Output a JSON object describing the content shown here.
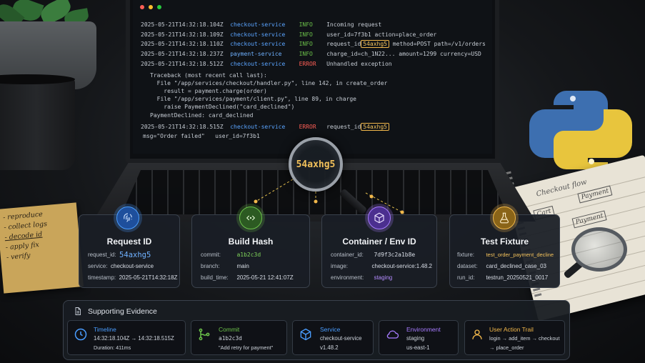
{
  "terminal": {
    "logs": [
      {
        "ts": "2025-05-21T14:32:18.104Z",
        "service": "checkout-service",
        "level": "INFO",
        "message": "Incoming request"
      },
      {
        "ts": "2025-05-21T14:32:18.109Z",
        "service": "checkout-service",
        "level": "INFO",
        "message": "user_id=7f3b1  action=place_order"
      },
      {
        "ts": "2025-05-21T14:32:18.110Z",
        "service": "checkout-service",
        "level": "INFO",
        "message_pre": "request_id",
        "highlight": "54axhg5",
        "message_post": " method=POST path=/v1/orders"
      },
      {
        "ts": "2025-05-21T14:32:18.237Z",
        "service": "payment-service",
        "level": "INFO",
        "message": "charge_id=ch_1N22...  amount=1299 currency=USD"
      },
      {
        "ts": "2025-05-21T14:32:18.512Z",
        "service": "checkout-service",
        "level": "ERROR",
        "message": "Unhandled exception"
      }
    ],
    "traceback": [
      "Traceback (most recent call last):",
      "  File \"/app/services/checkout/handler.py\", line 142, in create_order",
      "    result = payment.charge(order)",
      "  File \"/app/services/payment/client.py\", line 89, in charge",
      "    raise PaymentDeclined(\"card_declined\")",
      "PaymentDeclined: card_declined"
    ],
    "last_log": {
      "ts": "2025-05-21T14:32:18.515Z",
      "service": "checkout-service",
      "level": "ERROR",
      "message_pre": "request_id",
      "highlight": "54axhg5"
    },
    "last_log_cont": "msg=\"Order failed\"   user_id=7f3b1"
  },
  "magnifier": {
    "text": "54axhg5"
  },
  "sticky_note": [
    "- reproduce",
    "- collect logs",
    "- decode id",
    "- apply fix",
    "- verify"
  ],
  "notebook": {
    "title": "Checkout flow",
    "boxes": [
      "Cart",
      "Payment",
      "Payment"
    ]
  },
  "cards": {
    "request": {
      "title": "Request ID",
      "rows": [
        {
          "k": "request_id:",
          "v": "54axhg5"
        },
        {
          "k": "service:",
          "v": "checkout-service"
        },
        {
          "k": "timestamp:",
          "v": "2025-05-21T14:32:18Z"
        }
      ]
    },
    "build": {
      "title": "Build Hash",
      "rows": [
        {
          "k": "commit:",
          "v": "a1b2c3d"
        },
        {
          "k": "branch:",
          "v": "main"
        },
        {
          "k": "build_time:",
          "v": "2025-05-21 12:41:07Z"
        }
      ]
    },
    "container": {
      "title": "Container / Env ID",
      "rows": [
        {
          "k": "container_id:",
          "v": "7d9f3c2a1b8e"
        },
        {
          "k": "image:",
          "v": "checkout-service:1.48.2"
        },
        {
          "k": "environment:",
          "v": "staging"
        }
      ]
    },
    "fixture": {
      "title": "Test Fixture",
      "rows": [
        {
          "k": "fixture:",
          "v": "test_order_payment_decline"
        },
        {
          "k": "dataset:",
          "v": "card_declined_case_03"
        },
        {
          "k": "run_id:",
          "v": "testrun_20250521_0017"
        }
      ]
    }
  },
  "evidence": {
    "title": "Supporting Evidence",
    "timeline": {
      "title": "Timeline",
      "range": "14:32:18.104Z  →  14:32:18.515Z",
      "duration": "Duration: 411ms"
    },
    "commit": {
      "title": "Commit",
      "hash": "a1b2c3d",
      "message": "\"Add retry for payment\""
    },
    "service": {
      "title": "Service",
      "name": "checkout-service",
      "version": "v1.48.2"
    },
    "environment": {
      "title": "Environment",
      "name": "staging",
      "region": "us-east-1"
    },
    "user_trail": {
      "title": "User Action Trail",
      "line1": "login → add_item → checkout",
      "line2": "→ place_order"
    }
  },
  "colors": {
    "blue": "#4a9dff",
    "green": "#6cc24a",
    "purple": "#a77bff",
    "amber": "#f2b84b",
    "error": "#ff5f56"
  }
}
